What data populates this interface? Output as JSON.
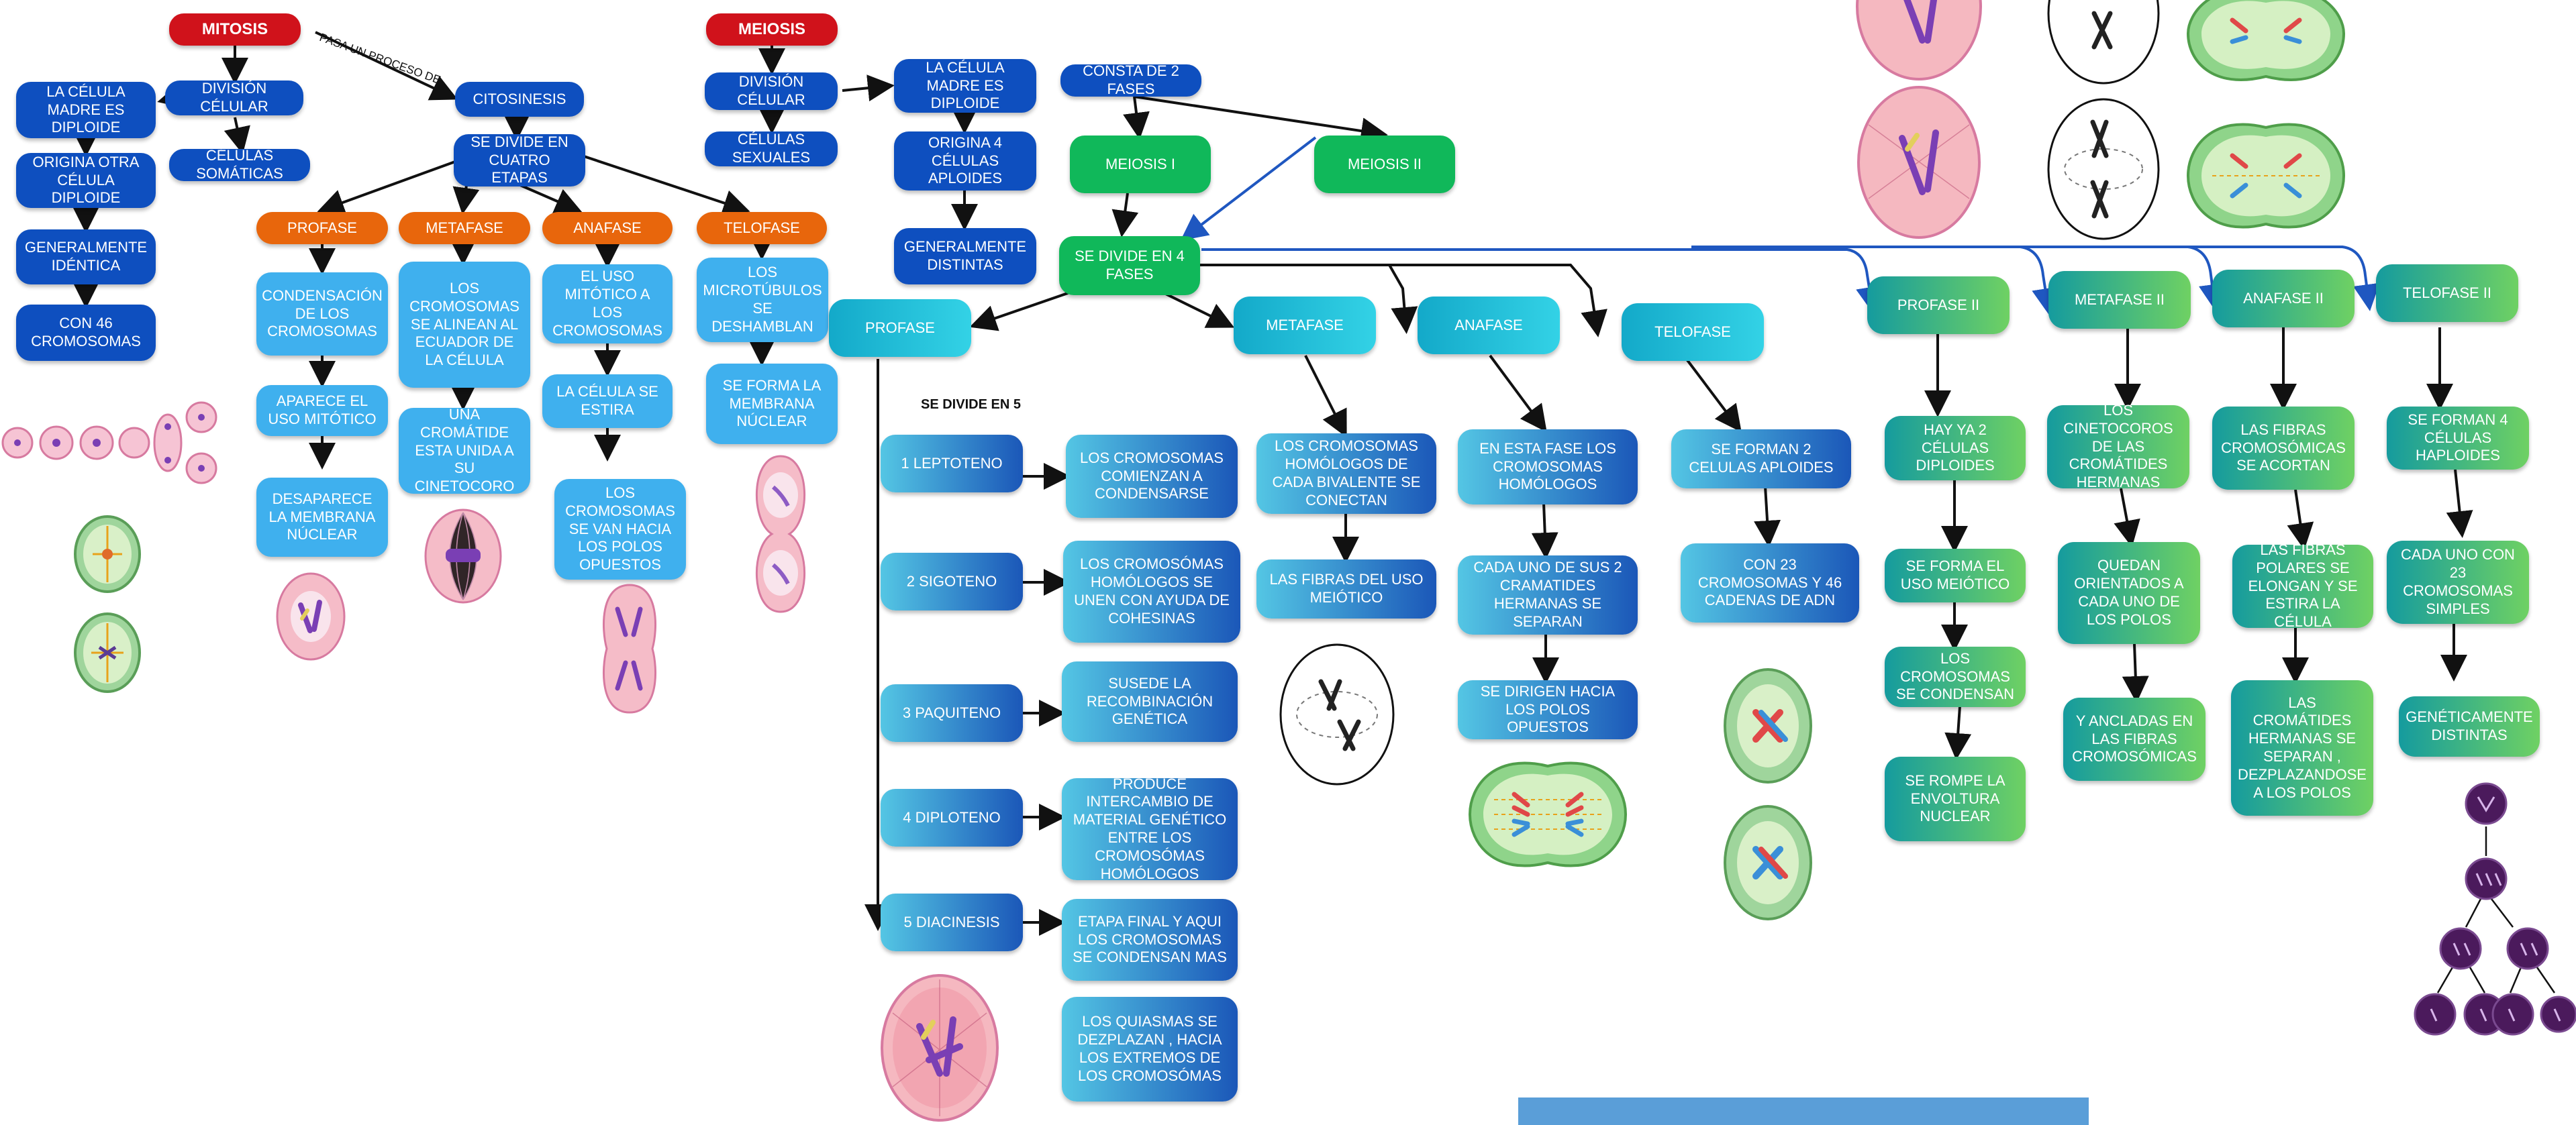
{
  "mitosis": {
    "title": "MITOSIS",
    "division": "DIVISIÓN CÉLULAR",
    "process_label": "PASA UN PROCESO DE",
    "citosinesis": "CITOSINESIS",
    "madre": "LA CÉLULA MADRE ES DIPLOIDE",
    "origina": "ORIGINA OTRA CÉLULA DIPLOIDE",
    "generalmente": "GENERALMENTE IDÉNTICA",
    "cromosomas": "CON 46 CROMOSOMAS",
    "somaticas": "CÉLULAS SOMÁTICAS",
    "divide": "SE DIVIDE EN CUATRO ETAPAS",
    "phases": {
      "profase": {
        "title": "PROFASE",
        "items": [
          "CONDENSACIÓN DE LOS CROMOSOMAS",
          "APARECE EL USO MITÓTICO",
          "DESAPARECE LA MEMBRANA NÚCLEAR"
        ]
      },
      "metafase": {
        "title": "METAFASE",
        "items": [
          "LOS CROMOSOMAS SE ALINEAN AL ECUADOR DE LA CÉLULA",
          "UNA CROMÁTIDE ESTA UNIDA A SU CINETOCORO"
        ]
      },
      "anafase": {
        "title": "ANAFASE",
        "items": [
          "EL USO MITÓTICO A LOS CROMOSOMAS",
          "LA CÉLULA SE ESTIRA",
          "LOS CROMOSOMAS SE VAN HACIA LOS POLOS OPUESTOS"
        ]
      },
      "telofase": {
        "title": "TELOFASE",
        "items": [
          "LOS MICROTÚBULOS SE DESHAMBLAN",
          "SE FORMA LA MEMBRANA NÚCLEAR"
        ]
      }
    }
  },
  "meiosis": {
    "title": "MEIOSIS",
    "division": "DIVISIÓN CÉLULAR",
    "sexuales": "CÉLULAS SEXUALES",
    "madre": "LA CÉLULA MADRE ES DIPLOIDE",
    "origina": "ORIGINA 4 CÉLULAS APLOIDES",
    "distintas": "GENERALMENTE DISTINTAS",
    "consta": "CONSTA DE 2 FASES",
    "meiosis1": "MEIOSIS I",
    "meiosis2": "MEIOSIS II",
    "divide4": "SE DIVIDE EN 4 FASES",
    "profase": {
      "title": "PROFASE",
      "divide5": "SE DIVIDE EN 5",
      "stages": [
        {
          "name": "1 LEPTOTENO",
          "desc": "LOS CROMOSOMAS COMIENZAN A CONDENSARSE"
        },
        {
          "name": "2 SIGOTENO",
          "desc": "LOS CROMOSÓMAS HOMÓLOGOS SE UNEN CON AYUDA DE COHESINAS"
        },
        {
          "name": "3 PAQUITENO",
          "desc": "SUSEDE LA RECOMBINACIÓN GENÉTICA"
        },
        {
          "name": "4 DIPLOTENO",
          "desc": "PRODUCE INTERCAMBIO DE MATERIAL GENÉTICO ENTRE LOS CROMOSÓMAS HOMÓLOGOS"
        },
        {
          "name": "5 DIACINESIS",
          "desc": "ETAPA FINAL Y AQUI LOS CROMOSOMAS SE CONDENSAN MAS"
        }
      ],
      "extra": "LOS QUIASMAS SE DEZPLAZAN , HACIA LOS EXTREMOS DE LOS CROMOSÓMAS"
    },
    "metafase": {
      "title": "METAFASE",
      "items": [
        "LOS CROMOSOMAS HOMÓLOGOS DE CADA BIVALENTE SE CONECTAN",
        "LAS FIBRAS DEL USO MEIÓTICO"
      ]
    },
    "anafase": {
      "title": "ANAFASE",
      "items": [
        "EN ESTA FASE LOS CROMOSOMAS HOMÓLOGOS",
        "CADA UNO DE SUS 2 CRAMATIDES HERMANAS SE SEPARAN",
        "SE DIRIGEN HACIA LOS POLOS OPUESTOS"
      ]
    },
    "telofase": {
      "title": "TELOFASE",
      "items": [
        "SE FORMAN 2 CELULAS APLOIDES",
        "CON 23 CROMOSOMAS Y 46 CADENAS DE ADN"
      ]
    },
    "phase2": {
      "profase2": {
        "title": "PROFASE II",
        "items": [
          "HAY YA 2 CÉLULAS DIPLOIDES",
          "SE FORMA EL USO MEIÓTICO",
          "LOS CROMOSOMAS SE CONDENSAN",
          "SE ROMPE LA ENVOLTURA NUCLEAR"
        ]
      },
      "metafase2": {
        "title": "METAFASE II",
        "items": [
          "LOS CINETOCOROS DE LAS CROMÁTIDES HERMANAS",
          "QUEDAN ORIENTADOS A CADA UNO DE LOS POLOS",
          "Y ANCLADAS EN LAS FIBRAS CROMOSÓMICAS"
        ]
      },
      "anafase2": {
        "title": "ANAFASE II",
        "items": [
          "LAS FIBRAS CROMOSÓMICAS SE ACORTAN",
          "LAS FIBRAS POLARES SE ELONGAN Y SE ESTIRA LA CÉLULA",
          "LAS CROMÁTIDES HERMANAS SE SEPARAN , DEZPLAZANDOSE A LOS POLOS"
        ]
      },
      "telofase2": {
        "title": "TELOFASE II",
        "items": [
          "SE FORMAN 4 CÉLULAS HAPLOIDES",
          "CADA UNO CON 23 CROMOSOMAS SIMPLES",
          "GENÉTICAMENTE DISTINTAS"
        ]
      }
    }
  },
  "colors": {
    "red": "#d0121b",
    "navy": "#0e4fbf",
    "orange": "#e8660c",
    "sky": "#3fb0ee",
    "green": "#10b85a",
    "teal": "#1fb8d6",
    "connector_blue": "#1f57c0"
  }
}
